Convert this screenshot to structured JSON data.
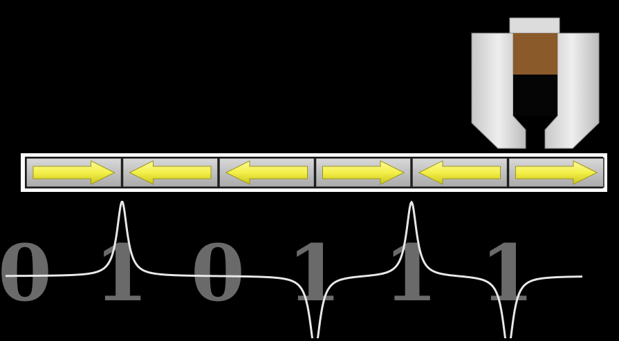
{
  "tape": {
    "cells": [
      {
        "direction": "right"
      },
      {
        "direction": "left"
      },
      {
        "direction": "left"
      },
      {
        "direction": "right"
      },
      {
        "direction": "left"
      },
      {
        "direction": "right"
      }
    ]
  },
  "bits": [
    "0",
    "1",
    "0",
    "1",
    "1",
    "1"
  ],
  "colors": {
    "background": "#000000",
    "arrow": "#f4f04a",
    "cell": "#c9c9c9",
    "waveform": "#e8e8e8",
    "bit_text": "#6a6a6a",
    "head_body": "#d8d8d8",
    "head_core": "#8b5a2b"
  },
  "icons": {
    "head": "read-write-head-icon",
    "arrow_right": "arrow-right-icon",
    "arrow_left": "arrow-left-icon"
  }
}
